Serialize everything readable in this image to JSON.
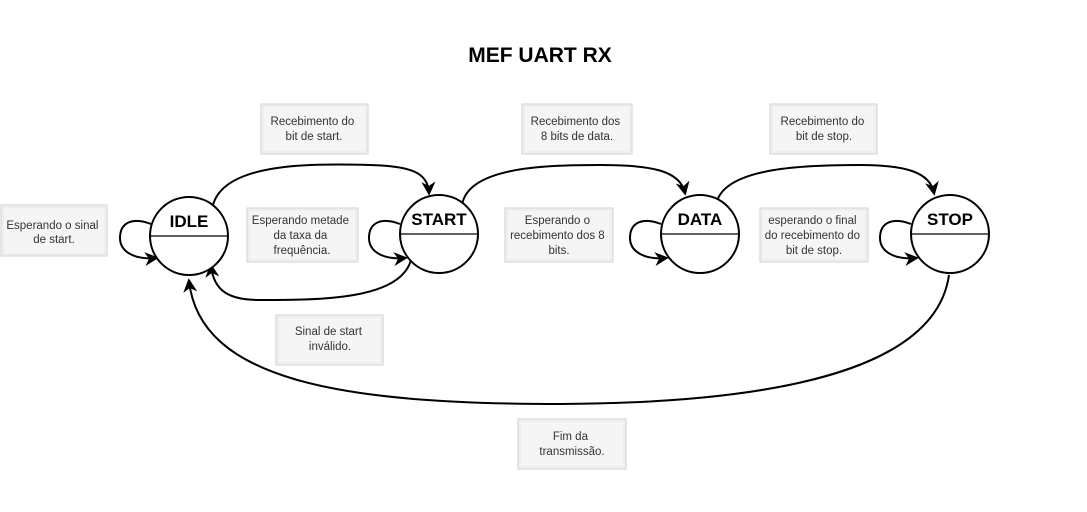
{
  "title": "MEF UART RX",
  "states": [
    {
      "id": "idle",
      "label": "IDLE"
    },
    {
      "id": "start",
      "label": "START"
    },
    {
      "id": "data",
      "label": "DATA"
    },
    {
      "id": "stop",
      "label": "STOP"
    }
  ],
  "notes": {
    "idle_self": [
      "Esperando o sinal",
      "de start."
    ],
    "idle_to_start": [
      "Recebimento do",
      "bit de start."
    ],
    "start_self": [
      "Esperando metade",
      "da taxa da",
      "frequência."
    ],
    "start_to_idle": [
      "Sinal de start",
      "inválido."
    ],
    "start_to_data": [
      "Recebimento dos",
      "8 bits de data."
    ],
    "data_self": [
      "Esperando o",
      "recebimento dos 8",
      "bits."
    ],
    "data_to_stop": [
      "Recebimento do",
      "bit de stop."
    ],
    "stop_self": [
      "esperando o final",
      "do recebimento do",
      "bit de stop."
    ],
    "stop_to_idle": [
      "Fim da",
      "transmissão."
    ]
  },
  "colors": {
    "stroke": "#000000",
    "note_fill": "#f5f5f5",
    "note_border": "#d0d0d0",
    "note_text": "#333333"
  }
}
